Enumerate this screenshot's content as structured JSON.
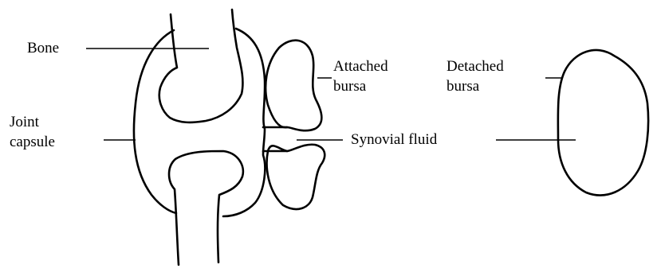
{
  "labels": {
    "bone": "Bone",
    "joint_capsule_line1": "Joint",
    "joint_capsule_line2": "capsule",
    "attached_bursa_line1": "Attached",
    "attached_bursa_line2": "bursa",
    "detached_bursa_line1": "Detached",
    "detached_bursa_line2": "bursa",
    "synovial_fluid": "Synovial fluid"
  }
}
